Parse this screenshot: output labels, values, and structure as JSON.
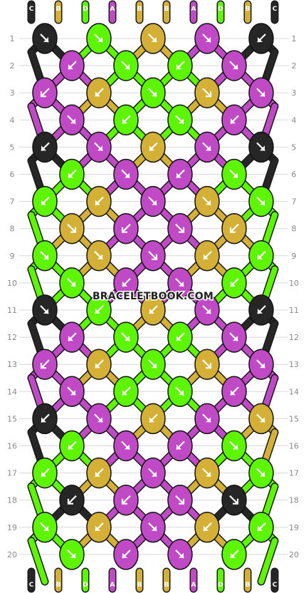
{
  "watermark": "BRACELETBOOK.COM",
  "colors": {
    "A": "#c04ac6",
    "B": "#d4b036",
    "C": "#262626",
    "D": "#5ef500"
  },
  "strands_top": [
    "C",
    "B",
    "D",
    "A",
    "B",
    "B",
    "A",
    "D",
    "B",
    "C"
  ],
  "strands_bottom": [
    "C",
    "B",
    "D",
    "A",
    "B",
    "B",
    "A",
    "D",
    "B",
    "C"
  ],
  "row_numbers": [
    "1",
    "2",
    "3",
    "4",
    "5",
    "6",
    "7",
    "8",
    "9",
    "10",
    "11",
    "12",
    "13",
    "14",
    "15",
    "16",
    "17",
    "18",
    "19",
    "20"
  ],
  "knot_rows": [
    [
      {
        "c": "C",
        "d": "r"
      },
      {
        "c": "D",
        "d": "r"
      },
      {
        "c": "B",
        "d": "r"
      },
      {
        "c": "A",
        "d": "r"
      },
      {
        "c": "C",
        "d": "l"
      }
    ],
    [
      {
        "c": "A",
        "d": "l"
      },
      {
        "c": "D",
        "d": "r"
      },
      {
        "c": "D",
        "d": "l"
      },
      {
        "c": "A",
        "d": "r"
      }
    ],
    [
      {
        "c": "A",
        "d": "lr"
      },
      {
        "c": "B",
        "d": "l"
      },
      {
        "c": "D",
        "d": "r"
      },
      {
        "c": "B",
        "d": "rl"
      },
      {
        "c": "A",
        "d": "r"
      }
    ],
    [
      {
        "c": "A",
        "d": "r"
      },
      {
        "c": "D",
        "d": "l"
      },
      {
        "c": "D",
        "d": "r"
      },
      {
        "c": "A",
        "d": "l"
      }
    ],
    [
      {
        "c": "C",
        "d": "l"
      },
      {
        "c": "A",
        "d": "r"
      },
      {
        "c": "B",
        "d": "l"
      },
      {
        "c": "A",
        "d": "r"
      },
      {
        "c": "C",
        "d": "r"
      }
    ],
    [
      {
        "c": "D",
        "d": "l"
      },
      {
        "c": "A",
        "d": "r"
      },
      {
        "c": "A",
        "d": "l"
      },
      {
        "c": "D",
        "d": "r"
      }
    ],
    [
      {
        "c": "D",
        "d": "l"
      },
      {
        "c": "B",
        "d": "l"
      },
      {
        "c": "A",
        "d": "r"
      },
      {
        "c": "B",
        "d": "r"
      },
      {
        "c": "D",
        "d": "r"
      }
    ],
    [
      {
        "c": "B",
        "d": "rl"
      },
      {
        "c": "A",
        "d": "lr"
      },
      {
        "c": "A",
        "d": "rl"
      },
      {
        "c": "B",
        "d": "lr"
      }
    ],
    [
      {
        "c": "D",
        "d": "r"
      },
      {
        "c": "B",
        "d": "r"
      },
      {
        "c": "A",
        "d": "rl"
      },
      {
        "c": "B",
        "d": "l"
      },
      {
        "c": "D",
        "d": "l"
      }
    ],
    [
      {
        "c": "D",
        "d": "r"
      },
      {
        "c": "A",
        "d": "l"
      },
      {
        "c": "A",
        "d": "r"
      },
      {
        "c": "D",
        "d": "l"
      }
    ],
    [
      {
        "c": "C",
        "d": "r"
      },
      {
        "c": "D",
        "d": "l"
      },
      {
        "c": "B",
        "d": "l"
      },
      {
        "c": "A",
        "d": "r"
      },
      {
        "c": "C",
        "d": "l"
      }
    ],
    [
      {
        "c": "A",
        "d": "l"
      },
      {
        "c": "D",
        "d": "r"
      },
      {
        "c": "D",
        "d": "l"
      },
      {
        "c": "A",
        "d": "r"
      }
    ],
    [
      {
        "c": "A",
        "d": "lr"
      },
      {
        "c": "B",
        "d": "l"
      },
      {
        "c": "D",
        "d": "r"
      },
      {
        "c": "B",
        "d": "rl"
      },
      {
        "c": "A",
        "d": "r"
      }
    ],
    [
      {
        "c": "A",
        "d": "r"
      },
      {
        "c": "D",
        "d": "l"
      },
      {
        "c": "D",
        "d": "r"
      },
      {
        "c": "A",
        "d": "l"
      }
    ],
    [
      {
        "c": "C",
        "d": "l"
      },
      {
        "c": "A",
        "d": "r"
      },
      {
        "c": "B",
        "d": "l"
      },
      {
        "c": "A",
        "d": "r"
      },
      {
        "c": "B",
        "d": "r"
      }
    ],
    [
      {
        "c": "D",
        "d": "l"
      },
      {
        "c": "A",
        "d": "r"
      },
      {
        "c": "A",
        "d": "l"
      },
      {
        "c": "D",
        "d": "r"
      }
    ],
    [
      {
        "c": "D",
        "d": "l"
      },
      {
        "c": "B",
        "d": "l"
      },
      {
        "c": "A",
        "d": "r"
      },
      {
        "c": "B",
        "d": "r"
      },
      {
        "c": "D",
        "d": "r"
      }
    ],
    [
      {
        "c": "C",
        "d": "lr"
      },
      {
        "c": "A",
        "d": "lr"
      },
      {
        "c": "A",
        "d": "rl"
      },
      {
        "c": "C",
        "d": "rl"
      }
    ],
    [
      {
        "c": "D",
        "d": "r"
      },
      {
        "c": "B",
        "d": "l"
      },
      {
        "c": "A",
        "d": "r"
      },
      {
        "c": "B",
        "d": "l"
      },
      {
        "c": "D",
        "d": "l"
      }
    ],
    [
      {
        "c": "D",
        "d": "r"
      },
      {
        "c": "A",
        "d": "l"
      },
      {
        "c": "A",
        "d": "r"
      },
      {
        "c": "D",
        "d": "l"
      }
    ]
  ]
}
